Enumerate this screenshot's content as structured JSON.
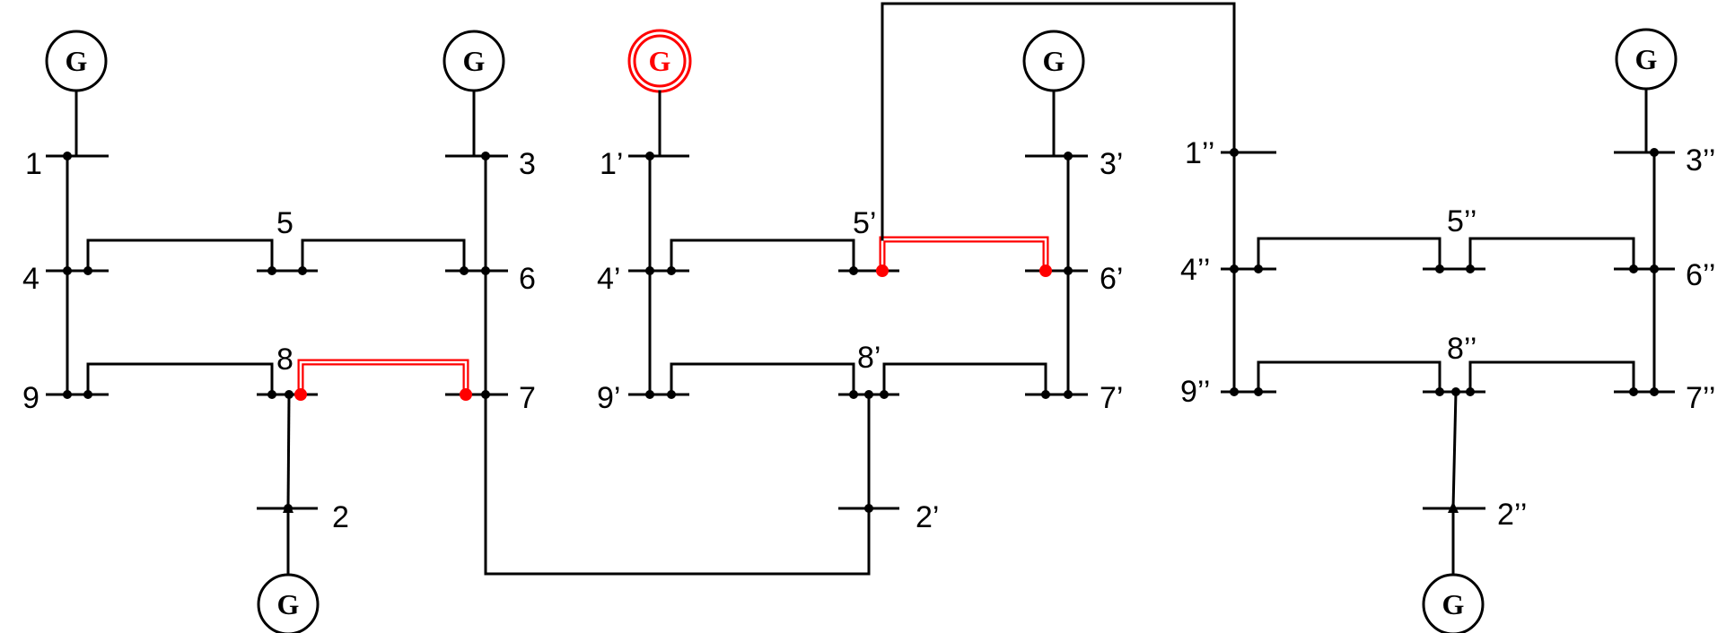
{
  "colors": {
    "line": "#000000",
    "highlight": "#ff0000",
    "background": "#ffffff"
  },
  "generator_symbol": "G",
  "sections": [
    {
      "id": "a",
      "bus_labels": {
        "b1": "1",
        "b3": "3",
        "b5": "5",
        "b4": "4",
        "b6": "6",
        "b8": "8",
        "b9": "9",
        "b7": "7",
        "b2": "2"
      },
      "faulted_line": "8-7",
      "faulted_generator": null
    },
    {
      "id": "b",
      "bus_labels": {
        "b1": "1’",
        "b3": "3’",
        "b5": "5’",
        "b4": "4’",
        "b6": "6’",
        "b8": "8’",
        "b9": "9’",
        "b7": "7’",
        "b2": "2’"
      },
      "faulted_line": "5-6",
      "faulted_generator": "G1"
    },
    {
      "id": "c",
      "bus_labels": {
        "b1": "1’’",
        "b3": "3’’",
        "b5": "5’’",
        "b4": "4’’",
        "b6": "6’’",
        "b8": "8’’",
        "b9": "9’’",
        "b7": "7’’",
        "b2": "2’’"
      },
      "faulted_line": null,
      "faulted_generator": null
    }
  ],
  "ties": [
    {
      "from": "7",
      "to": "2’"
    },
    {
      "from": "5’",
      "to": "1’’"
    }
  ]
}
